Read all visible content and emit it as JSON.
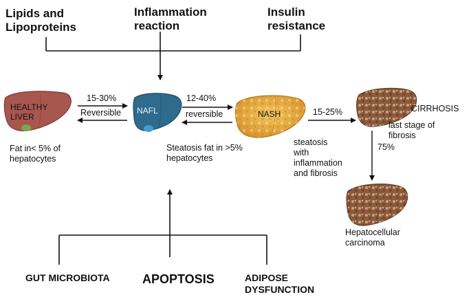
{
  "top_factors": {
    "lipids": [
      "Lipids and",
      "Lipoproteins"
    ],
    "inflammation": [
      "Inflammation",
      "reaction"
    ],
    "insulin": [
      "Insulin",
      "resistance"
    ]
  },
  "bottom_factors": {
    "gut": "GUT MICROBIOTA",
    "apoptosis": "APOPTOSIS",
    "adipose": [
      "ADIPOSE",
      "DYSFUNCTION"
    ]
  },
  "stages": {
    "healthy": [
      "HEALTHY",
      "LIVER"
    ],
    "nafl": "NAFL",
    "nash": "NASH",
    "cirrhosis": "CIRRHOSIS",
    "hcc": [
      "Hepatocellular",
      "carcinoma"
    ]
  },
  "transitions": {
    "healthy_to_nafl_pct": "15-30%",
    "healthy_nafl_note": "Reversible",
    "nafl_to_nash_pct": "12-40%",
    "nafl_nash_note": "reversible",
    "nash_to_cirrhosis_pct": "15-25%",
    "cirrhosis_to_hcc_pct": "75%"
  },
  "descriptions": {
    "healthy": [
      "Fat in< 5% of",
      "hepatocytes"
    ],
    "nafl": [
      "Steatosis fat in >5%",
      "hepatocytes"
    ],
    "nash": [
      "steatosis",
      "with",
      "inflammation",
      "and fibrosis"
    ],
    "cirrhosis": [
      "last stage of",
      "fibrosis"
    ]
  },
  "colors": {
    "healthy_liver": "#a8574e",
    "nafl_liver": "#2e6b8d",
    "gallbladder_blue": "#3d9fd6",
    "gallbladder_green": "#7aa84a",
    "nash_liver": "#e7ad45",
    "cirrhotic_liver": "#8b5a3c",
    "line": "#111111"
  }
}
